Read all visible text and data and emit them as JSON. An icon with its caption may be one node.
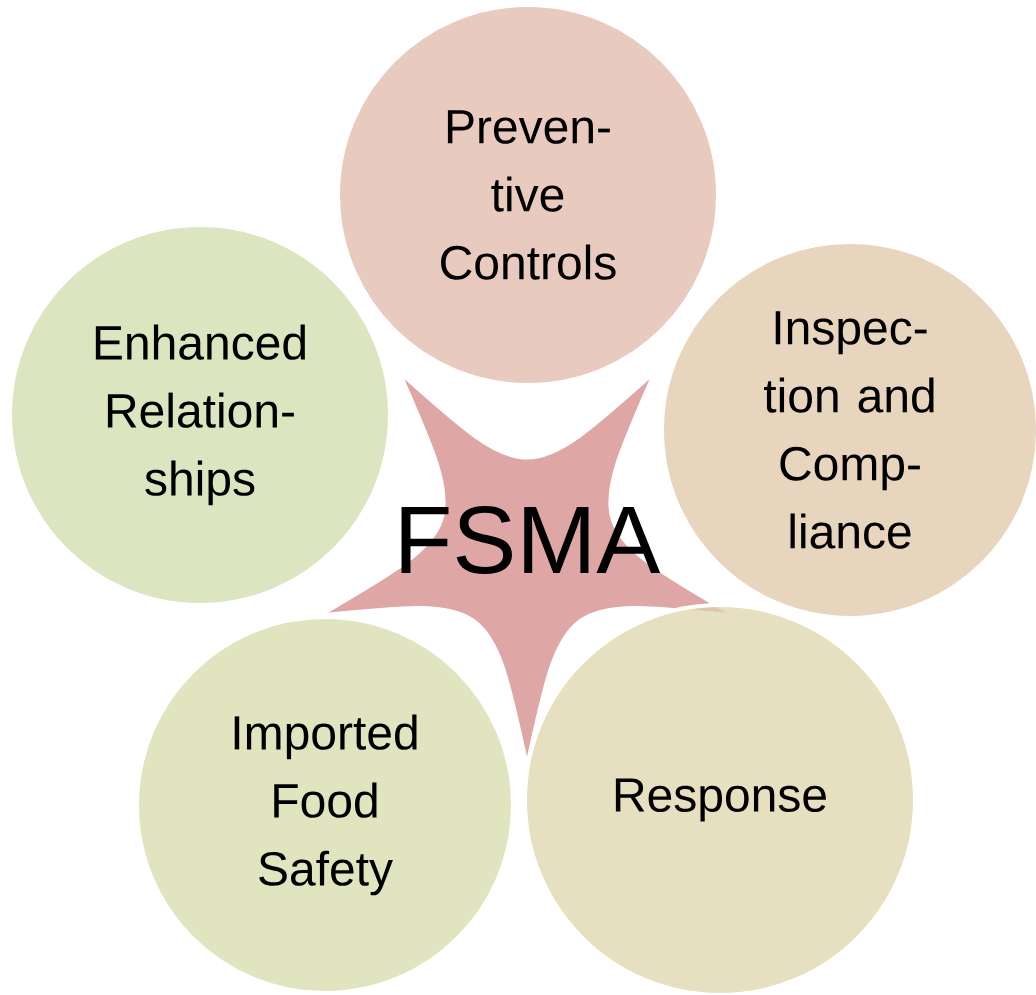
{
  "diagram": {
    "nodes": [
      {
        "text": [
          "FSMA"
        ]
      },
      {
        "text": [
          "Preven- tive Controls"
        ]
      },
      {
        "text": [
          "Enhanced Relation- ships"
        ]
      },
      {
        "text": [
          "Inspec- tion and Comp- liance"
        ]
      },
      {
        "text": [
          "Imported Food Safety"
        ]
      },
      {
        "text": [
          "Response"
        ]
      }
    ]
  }
}
